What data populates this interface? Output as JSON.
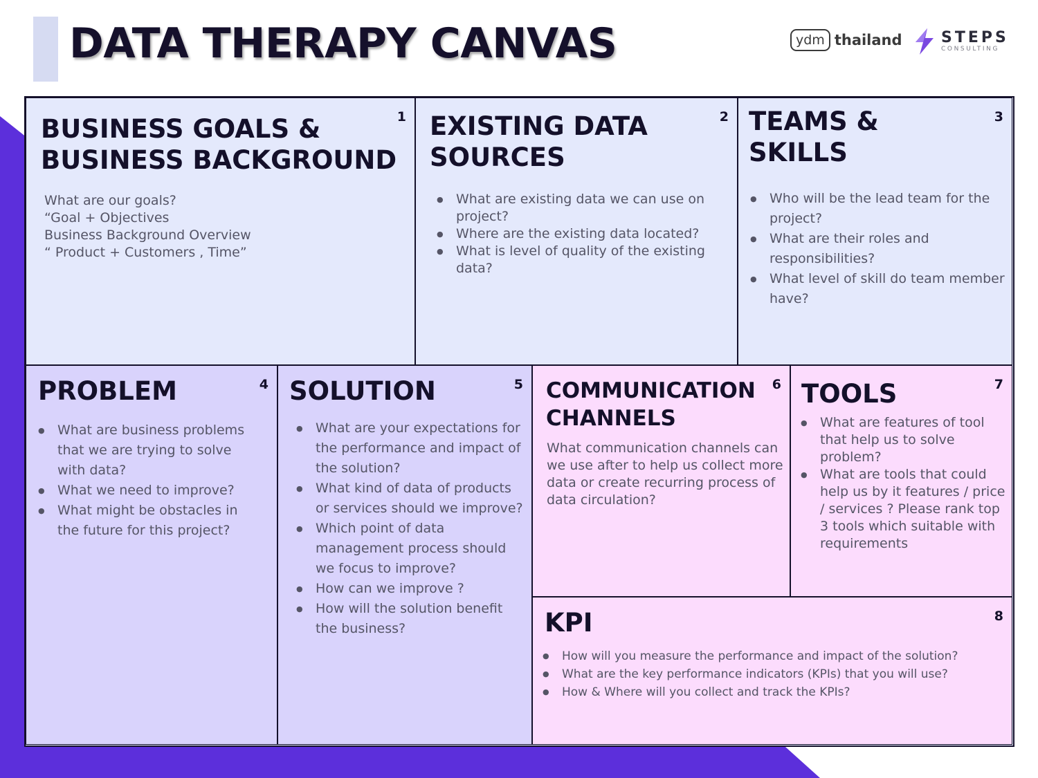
{
  "header": {
    "title": "DATA THERAPY CANVAS",
    "logos": {
      "ydm_box": "ydm",
      "ydm_text": "thailand",
      "steps_name": "STEPS",
      "steps_sub": "CONSULTING"
    }
  },
  "colors": {
    "accent_purple": "#5c2fdb",
    "cell_blue": "#e4e9fc",
    "cell_purple": "#d9d3fc",
    "cell_pink": "#fcdcfd",
    "border": "#14102a"
  },
  "cells": [
    {
      "number": "1",
      "title_lines": [
        "BUSINESS GOALS &",
        "BUSINESS BACKGROUND"
      ],
      "lines": [
        "What are our goals?",
        "“Goal + Objectives",
        "Business Background Overview",
        "“ Product + Customers , Time”"
      ]
    },
    {
      "number": "2",
      "title_lines": [
        "EXISTING DATA",
        "SOURCES"
      ],
      "bullets": [
        "What are existing data we can use on project?",
        "Where are the existing data located?",
        "What is level of quality of the existing data?"
      ]
    },
    {
      "number": "3",
      "title_lines": [
        "TEAMS &",
        "SKILLS"
      ],
      "bullets": [
        "Who will be  the lead team for  the project?",
        "What are their roles and responsibilities?",
        "What level of skill do team member have?"
      ]
    },
    {
      "number": "4",
      "title_lines": [
        "PROBLEM"
      ],
      "bullets": [
        "What are  business problems that we are trying to solve with data?",
        "What we need to improve?",
        "What might be obstacles in the future for this project?"
      ]
    },
    {
      "number": "5",
      "title_lines": [
        "SOLUTION"
      ],
      "bullets": [
        "What are your expectations for the performance and impact of the solution?",
        "What kind of data of products or services should we improve?",
        "Which point of data management process should we focus to improve?",
        "How can we improve ?",
        "How will the solution benefit the business?"
      ]
    },
    {
      "number": "6",
      "title_lines": [
        "COMMUNICATION",
        "CHANNELS"
      ],
      "text": "What communication channels can we use after to help us collect more data or create recurring process of data circulation?"
    },
    {
      "number": "7",
      "title_lines": [
        "TOOLS"
      ],
      "bullets": [
        "What are  features of tool that help us to solve problem?",
        "What are tools that could help us by it features / price / services ? Please rank top 3 tools which suitable with requirements"
      ]
    },
    {
      "number": "8",
      "title_lines": [
        "KPI"
      ],
      "bullets": [
        "How will you measure the performance and impact of the solution?",
        "What are the key performance indicators (KPIs) that you will use?",
        "How & Where  will you collect and track the KPIs?"
      ]
    }
  ]
}
